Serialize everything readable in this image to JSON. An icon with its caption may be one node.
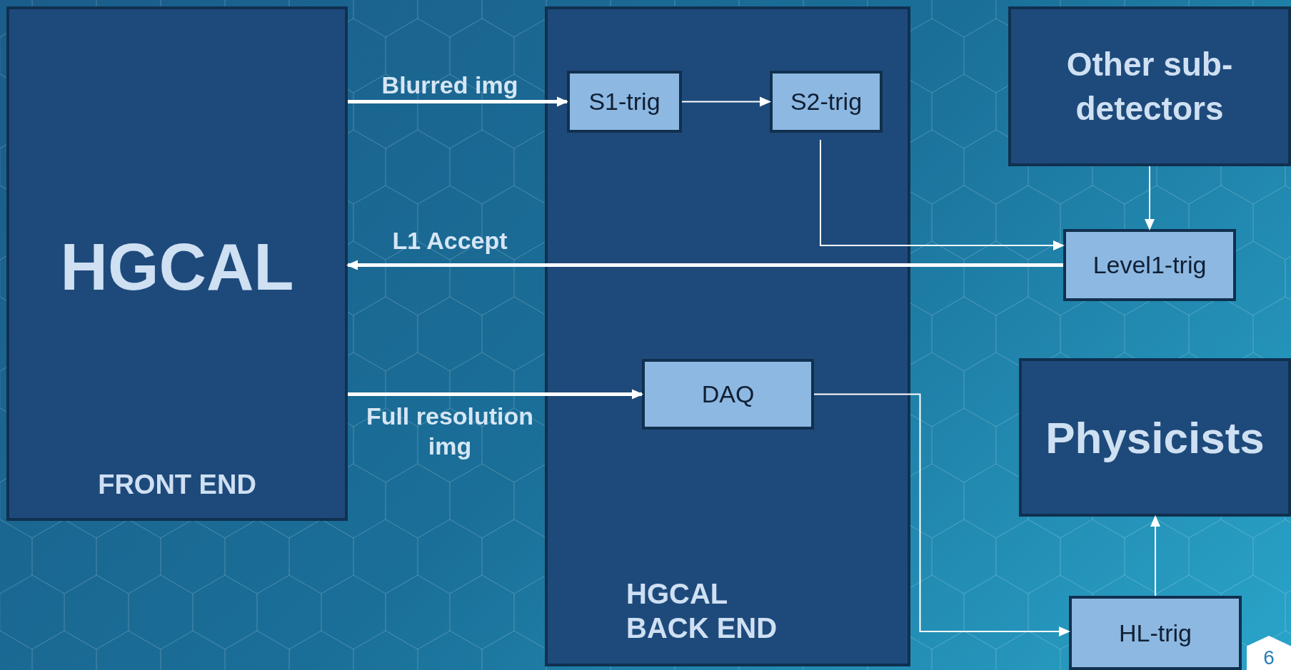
{
  "diagram": {
    "nodes": [
      {
        "text": [
          "HGCAL",
          "FRONT END"
        ]
      },
      {
        "text": [
          "HGCAL BACK END"
        ]
      },
      {
        "text": [
          "S1-trig"
        ],
        "in": 1
      },
      {
        "text": [
          "S2-trig"
        ],
        "in": 1
      },
      {
        "text": [
          "DAQ"
        ],
        "in": 1
      },
      {
        "text": [
          "Other sub-detectors"
        ]
      },
      {
        "text": [
          "Level1-trig"
        ]
      },
      {
        "text": [
          "Physicists"
        ]
      },
      {
        "text": [
          "HL-trig"
        ]
      }
    ],
    "edges": [
      {
        "from": 0,
        "to": 2,
        "arrow": "to",
        "label": "Blurred img",
        "style": "thick"
      },
      {
        "from": 2,
        "to": 3,
        "arrow": "to"
      },
      {
        "from": 3,
        "to": 6,
        "arrow": "to"
      },
      {
        "from": 6,
        "to": 0,
        "arrow": "to",
        "label": "L1 Accept",
        "style": "thick"
      },
      {
        "from": 5,
        "to": 6,
        "arrow": "to"
      },
      {
        "from": 0,
        "to": 4,
        "arrow": "to",
        "label": "Full resolution img",
        "style": "thick"
      },
      {
        "from": 4,
        "to": 8,
        "arrow": "to"
      },
      {
        "from": 8,
        "to": 7,
        "arrow": "to"
      }
    ],
    "labels": [
      "6"
    ]
  }
}
